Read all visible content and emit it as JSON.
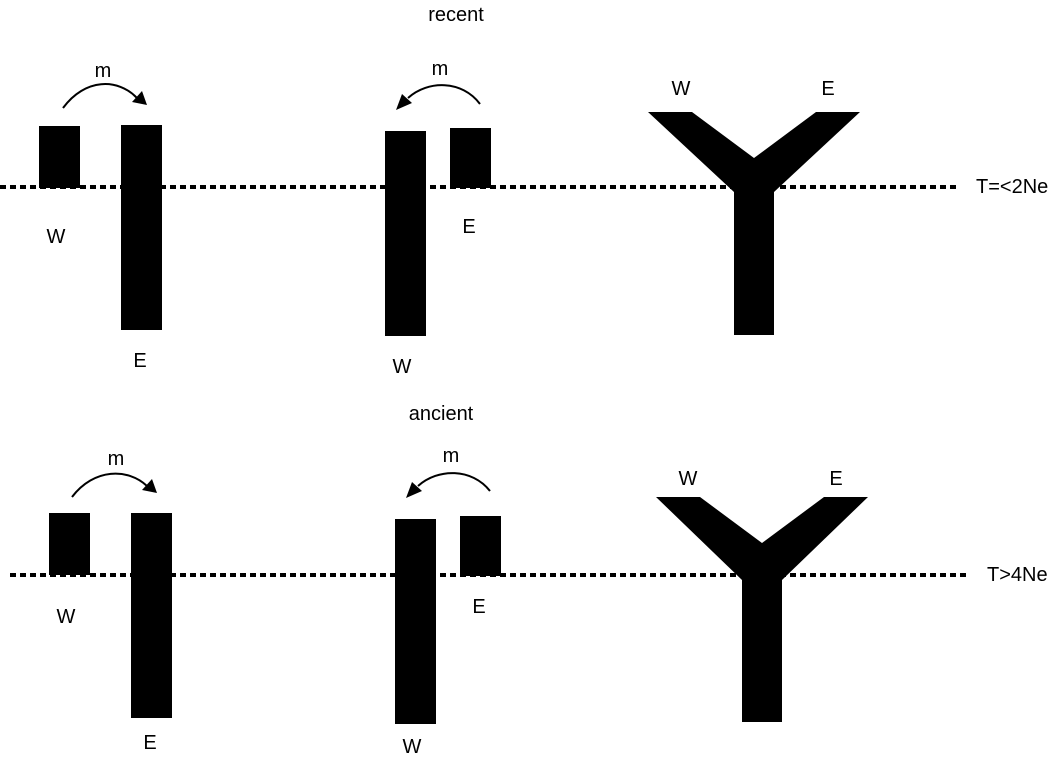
{
  "colors": {
    "ink": "#000000",
    "background": "#ffffff"
  },
  "recent": {
    "title": "recent",
    "time_label": "T=<2Ne",
    "panel_a": {
      "migration_label": "m",
      "left_label": "W",
      "right_label": "E"
    },
    "panel_b": {
      "migration_label": "m",
      "left_label": "W",
      "right_label": "E"
    },
    "panel_c": {
      "left_label": "W",
      "right_label": "E"
    }
  },
  "ancient": {
    "title": "ancient",
    "time_label": "T>4Ne",
    "panel_a": {
      "migration_label": "m",
      "left_label": "W",
      "right_label": "E"
    },
    "panel_b": {
      "migration_label": "m",
      "left_label": "W",
      "right_label": "E"
    },
    "panel_c": {
      "left_label": "W",
      "right_label": "E"
    }
  }
}
